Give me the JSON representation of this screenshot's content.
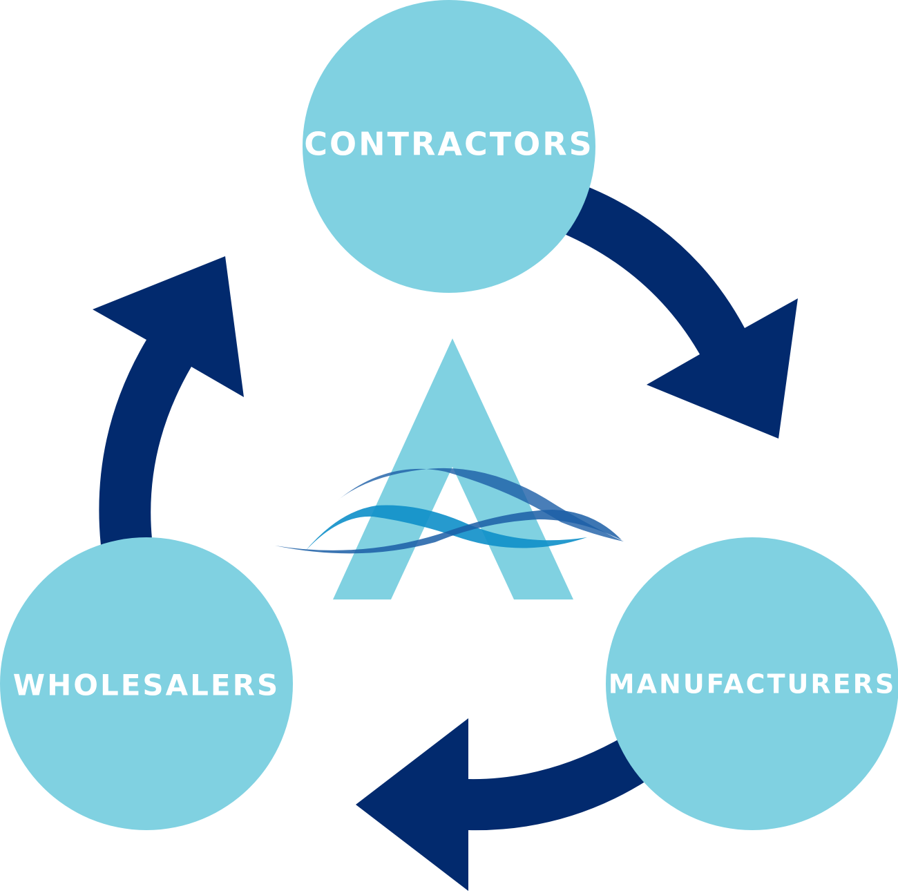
{
  "colors": {
    "node_fill": "#80d1e1",
    "arrow_fill": "#022a6e",
    "label_text": "#ffffff",
    "logo_letter": "#80d1e1",
    "logo_wave_dark": "#1b5ea6",
    "logo_wave_light": "#0e8fc9"
  },
  "nodes": {
    "contractors": {
      "label": "CONTRACTORS"
    },
    "manufacturers": {
      "label": "MANUFACTURERS"
    },
    "wholesalers": {
      "label": "WHOLESALERS"
    }
  },
  "flow": [
    {
      "from": "contractors",
      "to": "manufacturers"
    },
    {
      "from": "manufacturers",
      "to": "wholesalers"
    },
    {
      "from": "wholesalers",
      "to": "contractors"
    }
  ],
  "logo": {
    "icon": "letter-a-waves-logo"
  }
}
